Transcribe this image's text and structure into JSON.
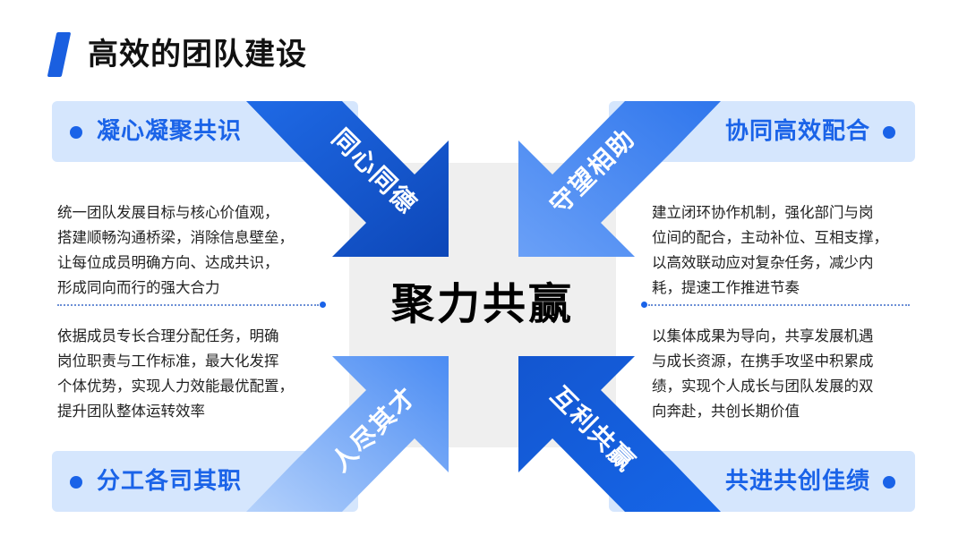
{
  "title": "高效的团队建设",
  "center": "聚力共赢",
  "corners": {
    "top_left": "凝心凝聚共识",
    "top_right": "协同高效配合",
    "bottom_left": "分工各司其职",
    "bottom_right": "共进共创佳绩"
  },
  "arrows": {
    "top_left": "同心同德",
    "top_right": "守望相助",
    "bottom_left": "人尽其才",
    "bottom_right": "互利共赢"
  },
  "paragraphs": {
    "top_left": [
      "统一团队发展目标与核心价值观，",
      "搭建顺畅沟通桥梁，消除信息壁垒，",
      "让每位成员明确方向、达成共识，",
      "形成同向而行的强大合力"
    ],
    "bottom_left": [
      "依据成员专长合理分配任务，明确",
      "岗位职责与工作标准，最大化发挥",
      "个体优势，实现人力效能最优配置，",
      "提升团队整体运转效率"
    ],
    "top_right": [
      "建立闭环协作机制，强化部门与岗",
      "位间的配合，主动补位、互相支撑，",
      "以高效联动应对复杂任务，减少内",
      "耗，提速工作推进节奏"
    ],
    "bottom_right": [
      "以集体成果为导向，共享发展机遇",
      "与成长资源，在携手攻坚中积累成",
      "绩，实现个人成长与团队发展的双",
      "向奔赴，共创长期价值"
    ]
  },
  "colors": {
    "accent": "#1A63E8",
    "light_bg": "#D5E6FD",
    "arrow_dark": "#1356C8",
    "arrow_light": "#5A93F5",
    "center_bg": "#EFEFEF"
  }
}
